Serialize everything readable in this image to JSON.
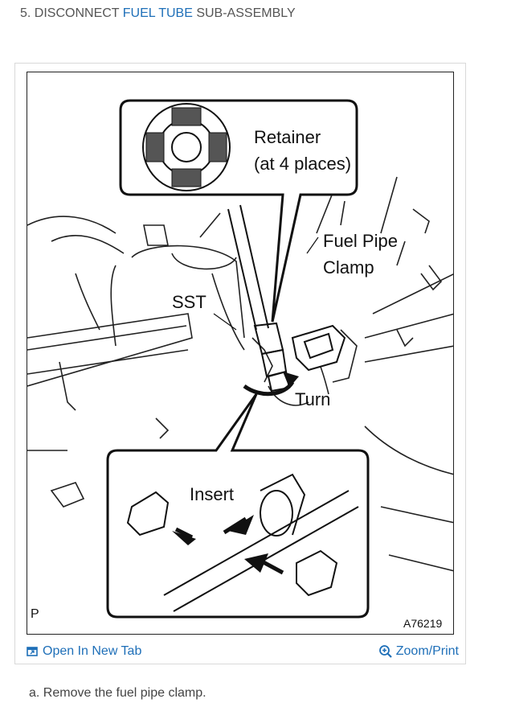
{
  "heading": {
    "prefix": "5. DISCONNECT ",
    "link": "FUEL TUBE",
    "suffix": " SUB-ASSEMBLY"
  },
  "figure": {
    "callouts": {
      "retainer_line1": "Retainer",
      "retainer_line2": "(at 4 places)",
      "fuel_pipe_line1": "Fuel Pipe",
      "fuel_pipe_line2": "Clamp",
      "sst": "SST",
      "turn": "Turn",
      "insert": "Insert"
    },
    "corner_mark": "P",
    "figure_code": "A76219"
  },
  "footer": {
    "open_tab": "Open In New Tab",
    "zoom": "Zoom/Print",
    "link_color": "#1e6fb8"
  },
  "instruction": "a. Remove the fuel pipe clamp."
}
